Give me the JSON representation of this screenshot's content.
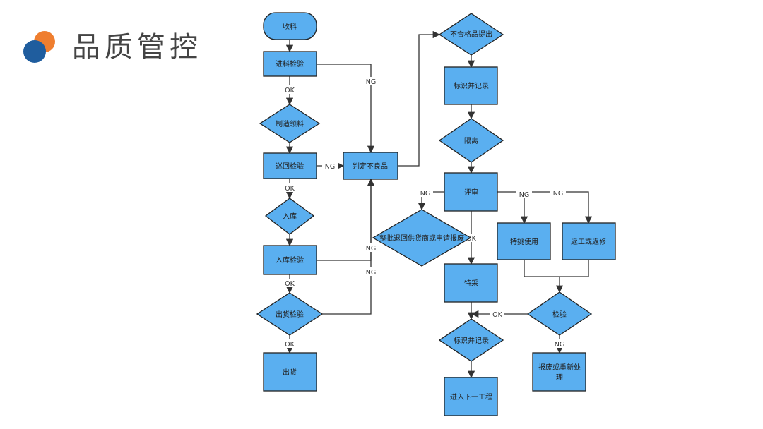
{
  "title": "品质管控",
  "colors": {
    "node_fill": "#5aaff0",
    "node_stroke": "#222222",
    "line": "#333333",
    "logo_orange": "#ef7e2f",
    "logo_blue": "#1f5d9e",
    "title": "#444444"
  },
  "nodes": {
    "start": "收料",
    "incoming": "进料检验",
    "manufacture": "制造领料",
    "patrol": "巡回检验",
    "judge": "判定不良品",
    "warehouse": "入库",
    "warehouse_inspect": "入库检验",
    "shipping_inspect": "出货检验",
    "ship": "出货",
    "nonconform": "不合格品提出",
    "mark1": "标识并记录",
    "isolate": "隔离",
    "review": "评审",
    "return": "整批退回供货商或申请报废",
    "special_use": "特挑使用",
    "rework": "返工或返修",
    "special_buy": "特采",
    "inspect": "检验",
    "mark2": "标识并记录",
    "next": "进入下一工程",
    "scrap_line1": "报废或重新处",
    "scrap_line2": "理"
  },
  "edges": {
    "ok": "OK",
    "ng": "NG"
  }
}
